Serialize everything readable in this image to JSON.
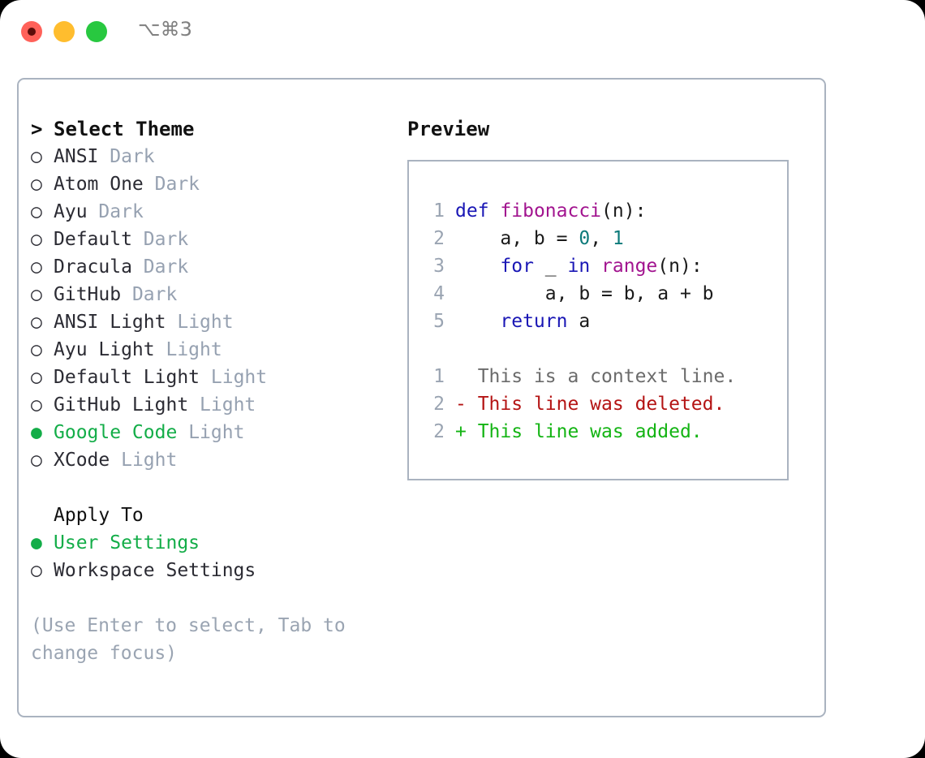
{
  "titlebar": {
    "shortcut": "⌥⌘3",
    "dots": [
      {
        "name": "close",
        "color": "#ff6159"
      },
      {
        "name": "minimize",
        "color": "#ffbd2e"
      },
      {
        "name": "maximize",
        "color": "#28c840"
      }
    ]
  },
  "left": {
    "heading_marker": ">",
    "heading": "Select Theme",
    "themes": [
      {
        "marker": "○",
        "name": "ANSI",
        "category": "Dark",
        "selected": false
      },
      {
        "marker": "○",
        "name": "Atom One",
        "category": "Dark",
        "selected": false
      },
      {
        "marker": "○",
        "name": "Ayu",
        "category": "Dark",
        "selected": false
      },
      {
        "marker": "○",
        "name": "Default",
        "category": "Dark",
        "selected": false
      },
      {
        "marker": "○",
        "name": "Dracula",
        "category": "Dark",
        "selected": false
      },
      {
        "marker": "○",
        "name": "GitHub",
        "category": "Dark",
        "selected": false
      },
      {
        "marker": "○",
        "name": "ANSI Light",
        "category": "Light",
        "selected": false
      },
      {
        "marker": "○",
        "name": "Ayu Light",
        "category": "Light",
        "selected": false
      },
      {
        "marker": "○",
        "name": "Default Light",
        "category": "Light",
        "selected": false
      },
      {
        "marker": "○",
        "name": "GitHub Light",
        "category": "Light",
        "selected": false
      },
      {
        "marker": "●",
        "name": "Google Code",
        "category": "Light",
        "selected": true
      },
      {
        "marker": "○",
        "name": "XCode",
        "category": "Light",
        "selected": false
      }
    ],
    "apply_to_heading": "Apply To",
    "apply_to": [
      {
        "marker": "●",
        "name": "User Settings",
        "selected": true
      },
      {
        "marker": "○",
        "name": "Workspace Settings",
        "selected": false
      }
    ],
    "hint": "(Use Enter to select, Tab to change focus)"
  },
  "right": {
    "preview_title": "Preview",
    "code_lines": [
      {
        "no": "1",
        "tokens": [
          {
            "t": "def",
            "c": "kw"
          },
          {
            "t": " ",
            "c": "plain"
          },
          {
            "t": "fibonacci",
            "c": "fn"
          },
          {
            "t": "(n):",
            "c": "plain"
          }
        ]
      },
      {
        "no": "2",
        "tokens": [
          {
            "t": "    a, b = ",
            "c": "plain"
          },
          {
            "t": "0",
            "c": "num"
          },
          {
            "t": ", ",
            "c": "plain"
          },
          {
            "t": "1",
            "c": "num"
          }
        ]
      },
      {
        "no": "3",
        "tokens": [
          {
            "t": "    ",
            "c": "plain"
          },
          {
            "t": "for",
            "c": "kw"
          },
          {
            "t": " _ ",
            "c": "plain"
          },
          {
            "t": "in",
            "c": "kw"
          },
          {
            "t": " ",
            "c": "plain"
          },
          {
            "t": "range",
            "c": "fn"
          },
          {
            "t": "(n):",
            "c": "plain"
          }
        ]
      },
      {
        "no": "4",
        "tokens": [
          {
            "t": "        a, b = b, a + b",
            "c": "plain"
          }
        ]
      },
      {
        "no": "5",
        "tokens": [
          {
            "t": "    ",
            "c": "plain"
          },
          {
            "t": "return",
            "c": "kw"
          },
          {
            "t": " a",
            "c": "plain"
          }
        ]
      }
    ],
    "diff_lines": [
      {
        "no": "1",
        "prefix": "  ",
        "text": "This is a context line.",
        "kind": "ctx"
      },
      {
        "no": "2",
        "prefix": "- ",
        "text": "This line was deleted.",
        "kind": "del"
      },
      {
        "no": "2",
        "prefix": "+ ",
        "text": "This line was added.",
        "kind": "add"
      }
    ]
  },
  "colors": {
    "accent_green": "#13ad48",
    "muted_gray": "#96a1b1",
    "border": "#aab3c0",
    "keyword": "#1a17b5",
    "function": "#a2148f",
    "number": "#0d7a7a",
    "diff_deleted": "#b41414",
    "diff_added": "#14b414"
  }
}
